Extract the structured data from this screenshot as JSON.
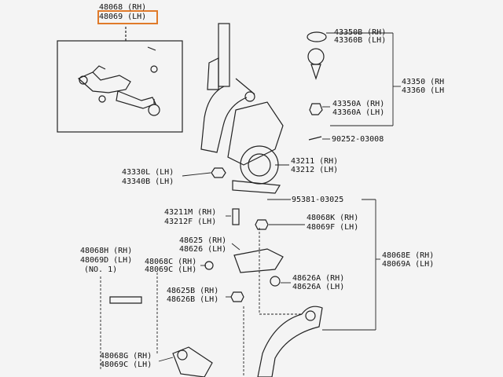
{
  "colors": {
    "highlight": "#e07a2a",
    "ink": "#111111",
    "background": "#f4f4f4"
  },
  "labels": {
    "p48068_rh": "48068 (RH)",
    "p48069_lh": "48069 (LH)",
    "p43350b": "43350B (RH)",
    "p43360b": "43360B (LH)",
    "p43350": "43350 (RH",
    "p43360": "43360 (LH",
    "p43350a": "43350A (RH)",
    "p43360a": "43360A (LH)",
    "p90252": "90252-03008",
    "p43211": "43211 (RH)",
    "p43212": "43212 (LH)",
    "p43330l": "43330L (LH)",
    "p43340b": "43340B (LH)",
    "p95381": "95381-03025",
    "p43211m": "43211M (RH)",
    "p43212f": "43212F (LH)",
    "p48068k": "48068K (RH)",
    "p48069f": "48069F (LH)",
    "p48625": "48625 (RH)",
    "p48626": "48626 (LH)",
    "p48068e": "48068E (RH)",
    "p48069a": "48069A (LH)",
    "p48068h": "48068H (RH)",
    "p48069d": "48069D (LH)",
    "no1": "(NO. 1)",
    "p48068c": "48068C (RH)",
    "p48069c_a": "48069C (LH)",
    "p48626a": "48626A (RH)",
    "p48626a2": "48626A (LH)",
    "p48625b": "48625B (RH)",
    "p48626b": "48626B (LH)",
    "p48068g": "48068G (RH)",
    "p48069c_b": "48069C (LH)"
  }
}
